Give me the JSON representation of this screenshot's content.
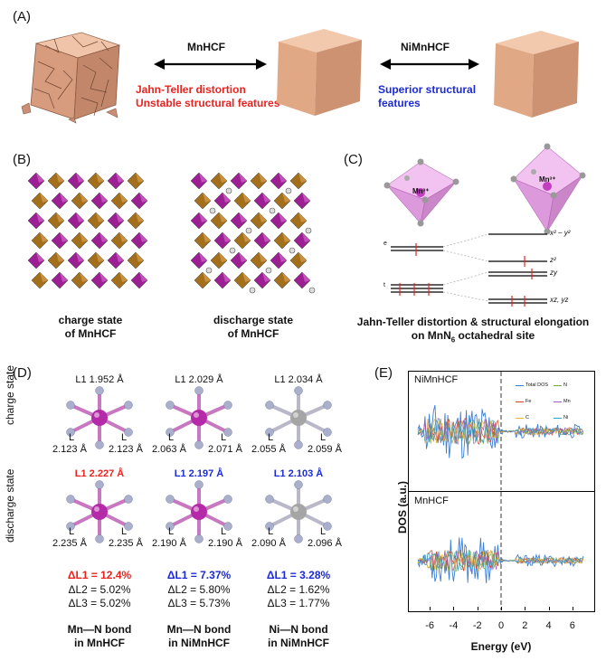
{
  "panelA": {
    "label": "(A)",
    "left_arrow_label": "MnHCF",
    "left_note_1": "Jahn-Teller distortion",
    "left_note_2": "Unstable structural features",
    "right_arrow_label": "NiMnHCF",
    "right_note_1": "Superior structural",
    "right_note_2": "features",
    "colors": {
      "red": "#e8231f",
      "blue": "#1c2ad6",
      "cube": "#e3ab8c"
    }
  },
  "panelB": {
    "label": "(B)",
    "left_caption_1": "charge state",
    "left_caption_2": "of MnHCF",
    "right_caption_1": "discharge state",
    "right_caption_2": "of MnHCF"
  },
  "panelC": {
    "label": "(C)",
    "ion_left": "Mn³⁺",
    "ion_right": "Mn³⁺",
    "eg": "e",
    "t2g": "t",
    "level_x2y2": "x² − y²",
    "level_z2": "z²",
    "level_zy": "zy",
    "level_xzyz": "xz, yz",
    "caption_1": "Jahn-Teller distortion & structural elongation",
    "caption_2": "on MnN",
    "caption_2_sub": "6",
    "caption_2_tail": " octahedral site"
  },
  "panelD": {
    "label": "(D)",
    "row1_label": "charge state",
    "row2_label": "discharge state",
    "charge": [
      {
        "L1": "L",
        "L1v": "1 1.952 Å",
        "L2v": "2.123 Å",
        "L3v": "2.123 Å"
      },
      {
        "L1": "L",
        "L1v": "1 2.029 Å",
        "L2v": "2.063 Å",
        "L3v": "2.071 Å"
      },
      {
        "L1": "L",
        "L1v": "1 2.034 Å",
        "L2v": "2.055 Å",
        "L3v": "2.059 Å"
      }
    ],
    "discharge": [
      {
        "L1": "L",
        "L1v": "1 2.227 Å",
        "L2v": "2.235 Å",
        "L3v": "2.235 Å"
      },
      {
        "L1": "L",
        "L1v": "1 2.197 Å",
        "L2v": "2.190 Å",
        "L3v": "2.190 Å"
      },
      {
        "L1": "L",
        "L1v": "1 2.103 Å",
        "L2v": "2.090 Å",
        "L3v": "2.096 Å"
      }
    ],
    "deltas": [
      {
        "d1": "ΔL1 = 12.4%",
        "d2": "ΔL2 = 5.02%",
        "d3": "ΔL3 = 5.02%"
      },
      {
        "d1": "ΔL1 = 7.37%",
        "d2": "ΔL2 = 5.80%",
        "d3": "ΔL3 = 5.73%"
      },
      {
        "d1": "ΔL1 = 3.28%",
        "d2": "ΔL2 = 1.62%",
        "d3": "ΔL3 = 1.77%"
      }
    ],
    "bonds": [
      {
        "a": "Mn—N bond",
        "b": "in MnHCF"
      },
      {
        "a": "Mn—N bond",
        "b": "in NiMnHCF"
      },
      {
        "a": "Ni—N bond",
        "b": "in NiMnHCF"
      }
    ],
    "L2": "L2",
    "L3": "L3"
  },
  "panelE": {
    "label": "(E)",
    "top_title": "NiMnHCF",
    "bottom_title": "MnHCF",
    "ylabel": "DOS (a.u.)",
    "xlabel": "Energy (eV)",
    "xticks": [
      "-6",
      "-4",
      "-2",
      "0",
      "2",
      "4",
      "6"
    ],
    "legend": [
      "Total DOS",
      "N",
      "Fe",
      "Mn",
      "C",
      "Ni"
    ],
    "legend_colors": [
      "#3b7fd6",
      "#7aa84a",
      "#d6412b",
      "#9c5fc0",
      "#e8b33a",
      "#35a0c0"
    ]
  }
}
